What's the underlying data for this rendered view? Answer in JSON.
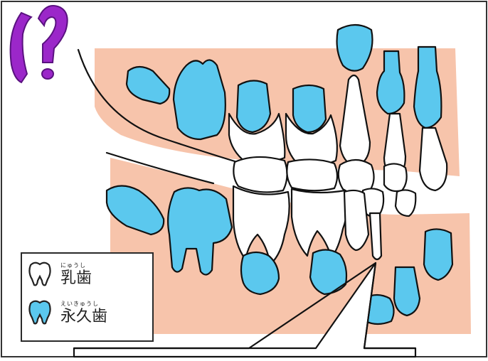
{
  "decoration": {
    "glyph_text": "(?",
    "icon": "question-glyph-icon"
  },
  "legend": {
    "primary": {
      "ruby": "にゅうし",
      "label": "乳歯",
      "color": "#ffffff"
    },
    "permanent": {
      "ruby": "えいきゅうし",
      "label": "永久歯",
      "color": "#5bc8ee"
    }
  },
  "colors": {
    "gum": "#f7c4ab",
    "permanent_tooth": "#5bc8ee",
    "primary_tooth": "#ffffff",
    "outline": "#111111",
    "glyph_purple": "#9b27c9"
  },
  "callout": {
    "text": ""
  }
}
